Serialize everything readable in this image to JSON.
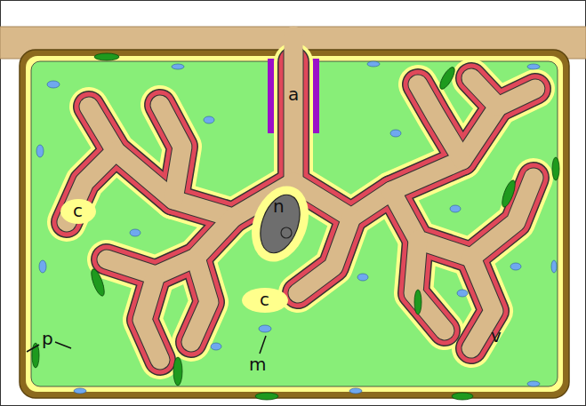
{
  "diagram": {
    "labels": [
      "a",
      "n",
      "c",
      "c",
      "p",
      "m",
      "v"
    ]
  }
}
